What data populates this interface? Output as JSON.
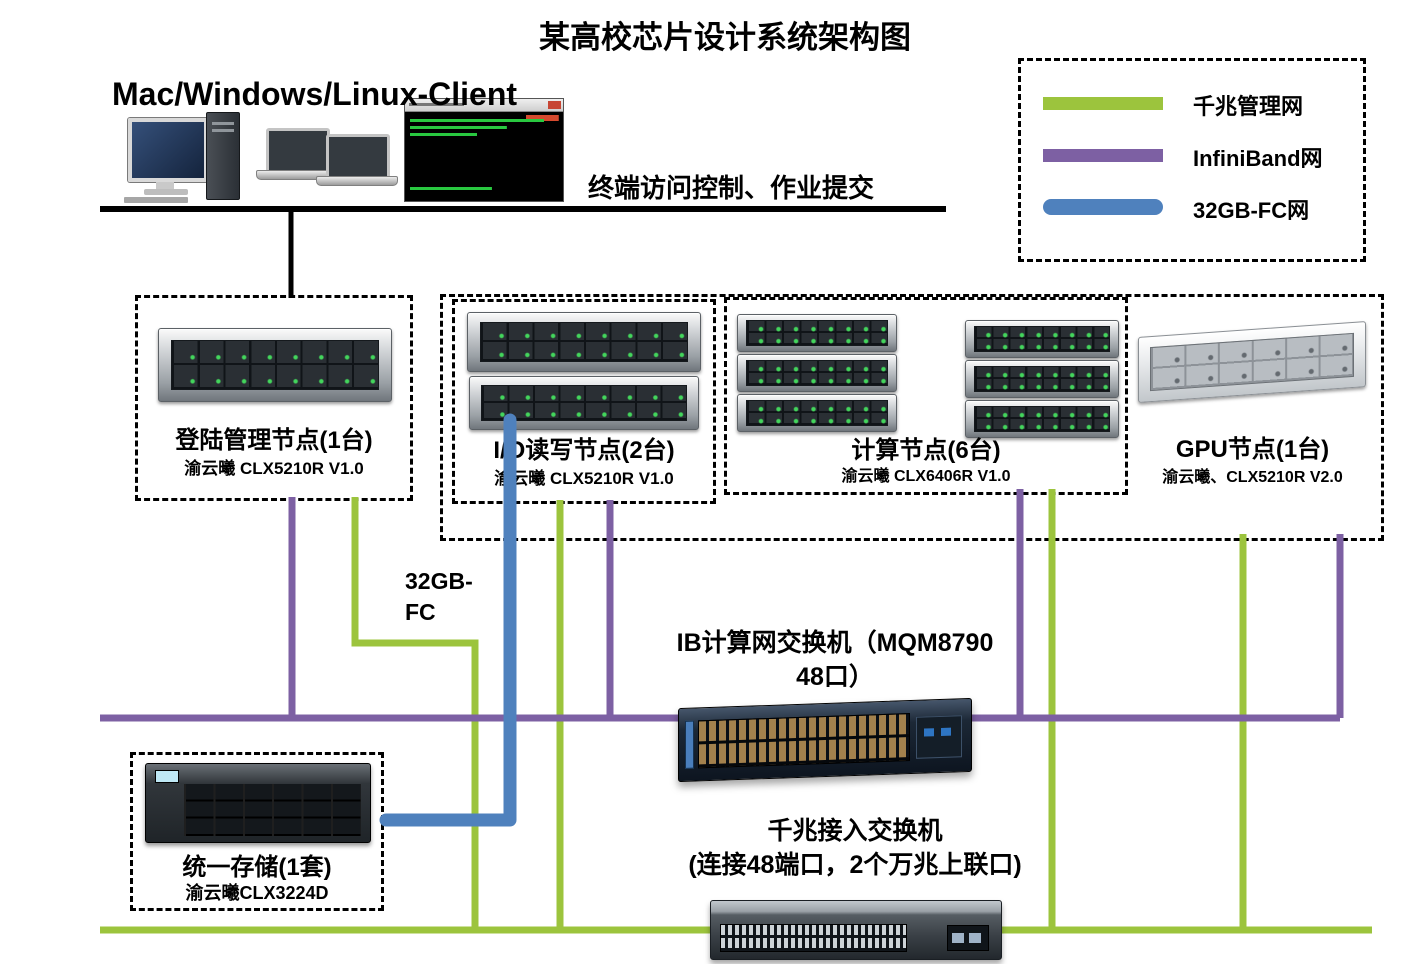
{
  "title": "某高校芯片设计系统架构图",
  "client": {
    "label": "Mac/Windows/Linux-Client",
    "caption": "终端访问控制、作业提交"
  },
  "legend": {
    "items": [
      {
        "label": "千兆管理网",
        "color": "#9cc43d"
      },
      {
        "label": "InfiniBand网",
        "color": "#7d60a3"
      },
      {
        "label": "32GB-FC网",
        "color": "#4f81bd"
      }
    ]
  },
  "nodes": {
    "login": {
      "title": "登陆管理节点(1台)",
      "model": "渝云曦 CLX5210R V1.0"
    },
    "io": {
      "title": "I/O读写节点(2台)",
      "model": "渝云曦 CLX5210R V1.0"
    },
    "compute": {
      "title": "计算节点(6台)",
      "model": "渝云曦 CLX6406R V1.0"
    },
    "gpu": {
      "title": "GPU节点(1台)",
      "model": "渝云曦、CLX5210R V2.0"
    },
    "storage": {
      "title": "统一存储(1套)",
      "model": "渝云曦CLX3224D"
    }
  },
  "connections": {
    "fc_line1": "32GB-",
    "fc_line2": "FC"
  },
  "switches": {
    "ib": {
      "label_line1": "IB计算网交换机（MQM8790",
      "label_line2": "48口）"
    },
    "access": {
      "label_line1": "千兆接入交换机",
      "label_line2": "(连接48端口，2个万兆上联口)"
    }
  }
}
